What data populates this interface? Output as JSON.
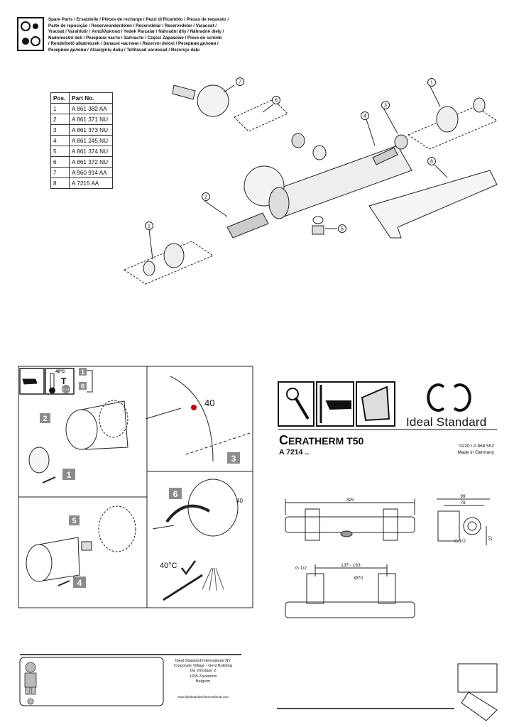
{
  "header": {
    "spare_parts_lines": [
      "Spare Parts / Ersatzteile / Pièces de recharge / Pezzi di Ricambio / Piezas de requesto /",
      "Parte de reposição / Reserveonderdelen / Reservdelar / Reservedeler / Varaosat /",
      "Vraosat / Varahlutir / Ανταλλακτικά / Yedek Parçalar / Náhradní díly / Náhradné diely /",
      "Nadomestni deli / Резервни части / Запчасти / Części Zapasowe / Piese de schimb",
      "/ Rendelhető alkatrészek / Запасні частини / Rezervni delovi / Резервни делови /",
      "Резервни делови / Atsarginių dalių / Tellitavad varuosad / Rezervju daļu"
    ]
  },
  "parts_table": {
    "headers": [
      "Pos.",
      "Part No."
    ],
    "rows": [
      [
        "1",
        "A 861 382 AA"
      ],
      [
        "2",
        "A 861 371 NU"
      ],
      [
        "3",
        "A 861 373 NU"
      ],
      [
        "4",
        "A 861 245 NU"
      ],
      [
        "5",
        "A 861 374 NU"
      ],
      [
        "6",
        "A 861 372 NU"
      ],
      [
        "7",
        "A 960 914 AA"
      ],
      [
        "8",
        "A 7215 AA"
      ]
    ]
  },
  "callouts": [
    "1",
    "2",
    "3",
    "4",
    "5",
    "6",
    "7",
    "8"
  ],
  "instructions": {
    "temp_icon": "40°C",
    "t_label": "T",
    "stop_label": "STOP",
    "step_badges": [
      "1",
      "6"
    ],
    "steps": [
      "1",
      "2",
      "3",
      "4",
      "5",
      "6"
    ],
    "dial_value": "40",
    "dial_value_2": "40",
    "result_temp": "40°C"
  },
  "product": {
    "brand": "Ideal Standard",
    "model_first": "C",
    "model_rest": "ERATHERM T50",
    "code": "A 7214 ..",
    "doc_number": "0220 / A 868 552",
    "made_in": "Made in Germany"
  },
  "dimensions": {
    "width_total": "325",
    "side_99": "99",
    "side_78": "78",
    "thread_side": "G 1/2",
    "height_27": "27",
    "thread_bottom": "G 1/2",
    "centers": "137 - 163",
    "diameter": "Ø70"
  },
  "footer": {
    "address_lines": [
      "Ideal Standard International NV",
      "Corporate Village - Gent Building",
      "Da Vincilaan 2",
      "1935 Zaventem",
      "Belgium"
    ],
    "website": "www.idealstandardinternational.com"
  },
  "colors": {
    "line": "#222222",
    "badge": "#8c8c8c"
  }
}
